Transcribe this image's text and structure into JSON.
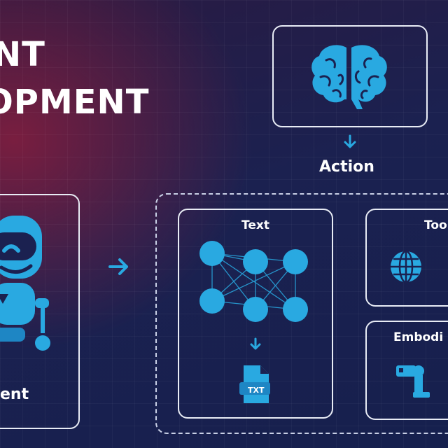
{
  "title": {
    "line1": "NT",
    "line2": "OPMENT"
  },
  "brain_box": {
    "label": "Action",
    "icon": "brain-icon"
  },
  "agent_box": {
    "label": "ent",
    "icon": "robot-icon"
  },
  "text_box": {
    "label": "Text",
    "file_label": "TXT",
    "icon": "neural-network-icon"
  },
  "tools_box": {
    "label": "Too",
    "icon": "globe-icon"
  },
  "embodied_box": {
    "label": "Embodi",
    "icon": "robot-arm-icon"
  },
  "colors": {
    "accent": "#29a9e1",
    "accent_dark": "#1e86c4",
    "border": "#e8ecf5"
  }
}
